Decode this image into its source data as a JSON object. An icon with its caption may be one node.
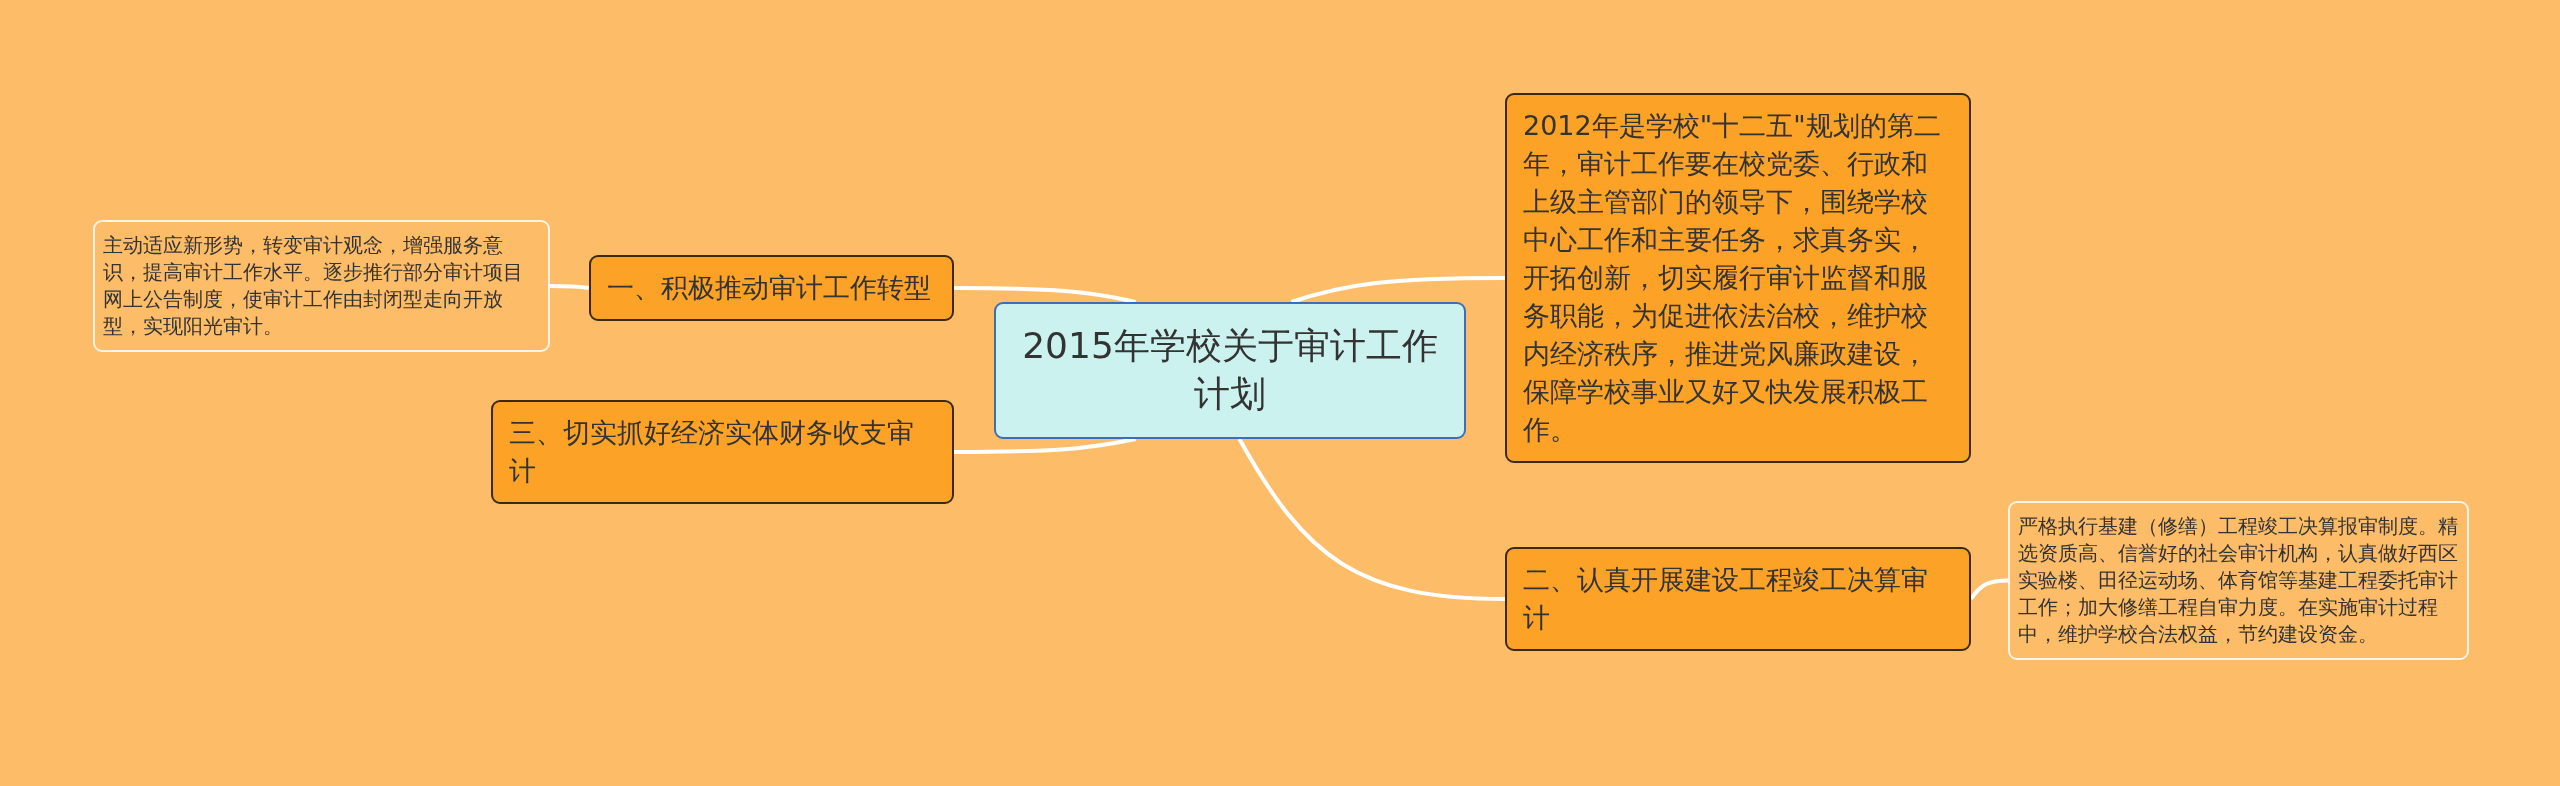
{
  "diagram": {
    "nodes": [
      {
        "text": [
          "2015年学校关于审计工作计划"
        ]
      },
      {
        "text": [
          "2012年是学校\"十二五\"规划的第二年，审计工作要在校党委、行政和上级主管部门的领导下，围绕学校中心工作和主要任务，求真务实，开拓创新，切实履行审计监督和服务职能，为促进依法治校，维护校内经济秩序，推进党风廉政建设，保障学校事业又好又快发展积极工作。"
        ]
      },
      {
        "text": [
          "一、积极推动审计工作转型"
        ]
      },
      {
        "text": [
          "主动适应新形势，转变审计观念，增强服务意识，提高审计工作水平。逐步推行部分审计项目网上公告制度，使审计工作由封闭型走向开放型，实现阳光审计。"
        ]
      },
      {
        "text": [
          "二、认真开展建设工程竣工决算审计"
        ]
      },
      {
        "text": [
          "严格执行基建（修缮）工程竣工决算报审制度。精选资质高、信誉好的社会审计机构，认真做好西区实验楼、田径运动场、体育馆等基建工程委托审计工作；加大修缮工程自审力度。在实施审计过程中，维护学校合法权益，节约建设资金。"
        ]
      },
      {
        "text": [
          "三、切实抓好经济实体财务收支审计"
        ]
      }
    ],
    "edges": [
      {
        "from": 0,
        "to": 1,
        "arrow": "none"
      },
      {
        "from": 0,
        "to": 2,
        "arrow": "none"
      },
      {
        "from": 2,
        "to": 3,
        "arrow": "none"
      },
      {
        "from": 0,
        "to": 4,
        "arrow": "none"
      },
      {
        "from": 4,
        "to": 5,
        "arrow": "none"
      },
      {
        "from": 0,
        "to": 6,
        "arrow": "none"
      }
    ]
  }
}
